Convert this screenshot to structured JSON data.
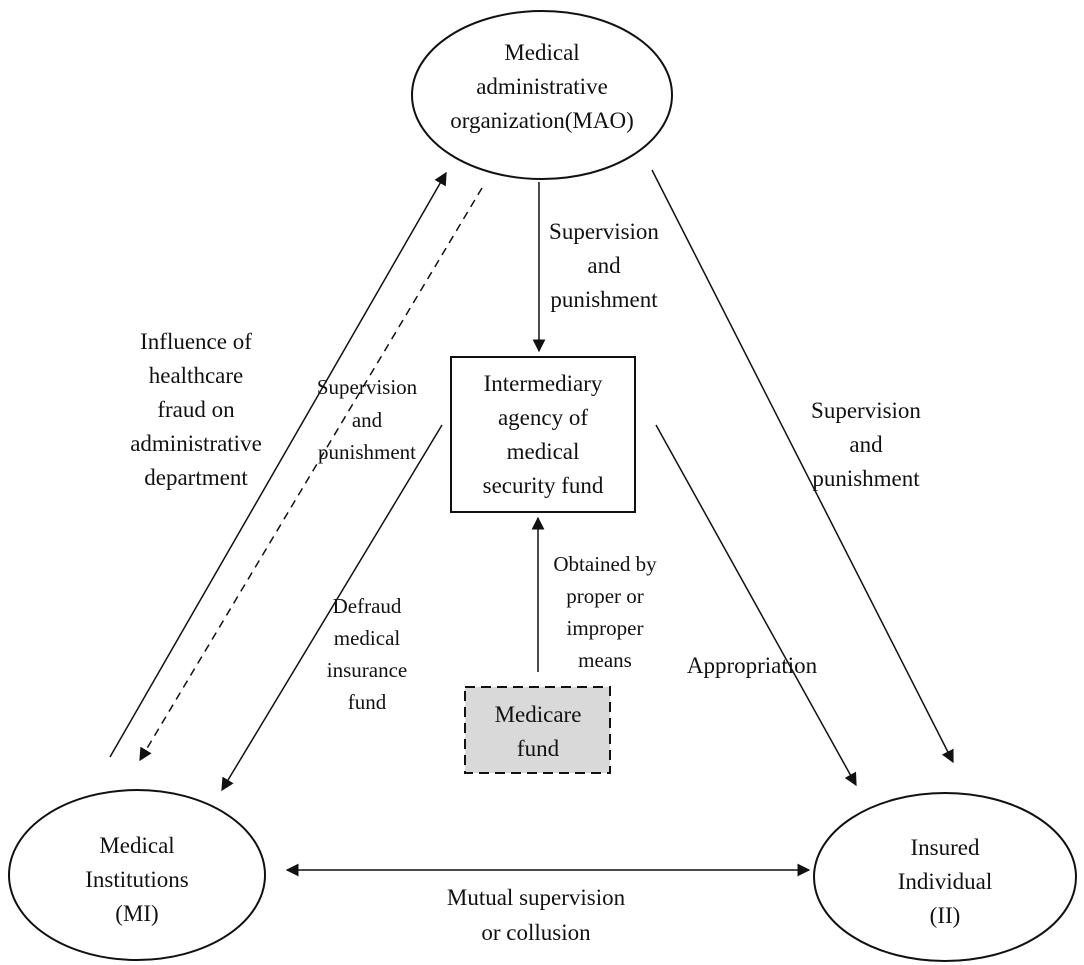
{
  "nodes": {
    "mao": {
      "lines": [
        "Medical",
        "administrative",
        "organization(MAO)"
      ]
    },
    "agency": {
      "lines": [
        "Intermediary",
        "agency of",
        "medical",
        "security fund"
      ]
    },
    "fund": {
      "lines": [
        "Medicare",
        "fund"
      ],
      "fill": "#d9d9d9"
    },
    "mi": {
      "lines": [
        "Medical",
        "Institutions",
        "(MI)"
      ]
    },
    "ii": {
      "lines": [
        "Insured",
        "Individual",
        "(II)"
      ]
    }
  },
  "edge_labels": {
    "influence": [
      "Influence of",
      "healthcare",
      "fraud on",
      "administrative",
      "department"
    ],
    "sup_mi": [
      "Supervision",
      "and",
      "punishment"
    ],
    "sup_agency": [
      "Supervision",
      "and",
      "punishment"
    ],
    "sup_ii": [
      "Supervision",
      "and",
      "punishment"
    ],
    "defraud": [
      "Defraud",
      "medical",
      "insurance",
      "fund"
    ],
    "obtained": [
      "Obtained by",
      "proper or",
      "improper",
      "means"
    ],
    "appropriation": [
      "Appropriation"
    ],
    "mutual": [
      "Mutual supervision",
      "or collusion"
    ]
  }
}
